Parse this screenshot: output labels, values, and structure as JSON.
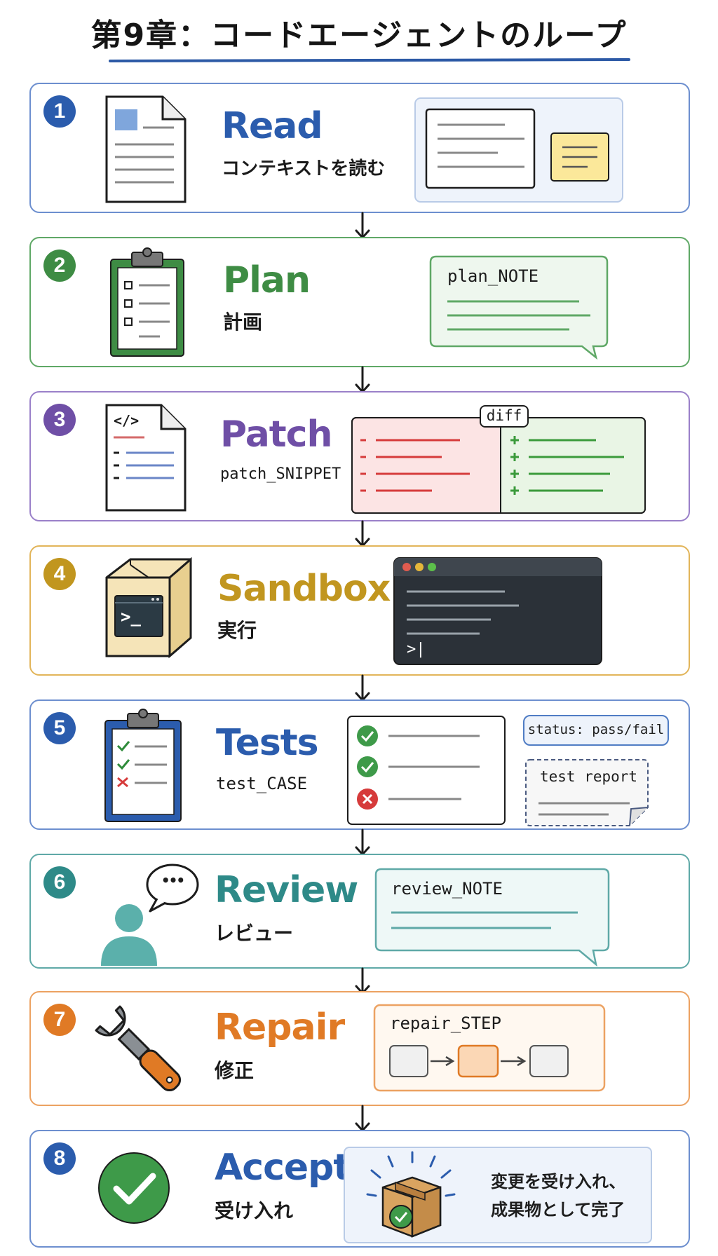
{
  "title": "第9章：コードエージェントのループ",
  "steps": [
    {
      "num": "1",
      "name": "Read",
      "sub": "コンテキストを読む",
      "color": "#2b5cad"
    },
    {
      "num": "2",
      "name": "Plan",
      "sub": "計画",
      "color": "#3e8c44",
      "note": "plan_NOTE"
    },
    {
      "num": "3",
      "name": "Patch",
      "sub": "patch_SNIPPET",
      "color": "#6f4fa6",
      "diff": "diff",
      "icon_code": "</>"
    },
    {
      "num": "4",
      "name": "Sandbox",
      "sub": "実行",
      "color": "#c1961f",
      "prompt": ">|",
      "icon_prompt": ">_"
    },
    {
      "num": "5",
      "name": "Tests",
      "sub": "test_CASE",
      "color": "#2b5cad",
      "status": "status: pass/fail",
      "report": "test report"
    },
    {
      "num": "6",
      "name": "Review",
      "sub": "レビュー",
      "color": "#2e8a88",
      "note": "review_NOTE",
      "bubble": "•••"
    },
    {
      "num": "7",
      "name": "Repair",
      "sub": "修正",
      "color": "#e07a25",
      "note": "repair_STEP"
    },
    {
      "num": "8",
      "name": "Accept",
      "sub": "受け入れ",
      "color": "#2b5cad",
      "msg1": "変更を受け入れ、",
      "msg2": "成果物として完了"
    }
  ]
}
